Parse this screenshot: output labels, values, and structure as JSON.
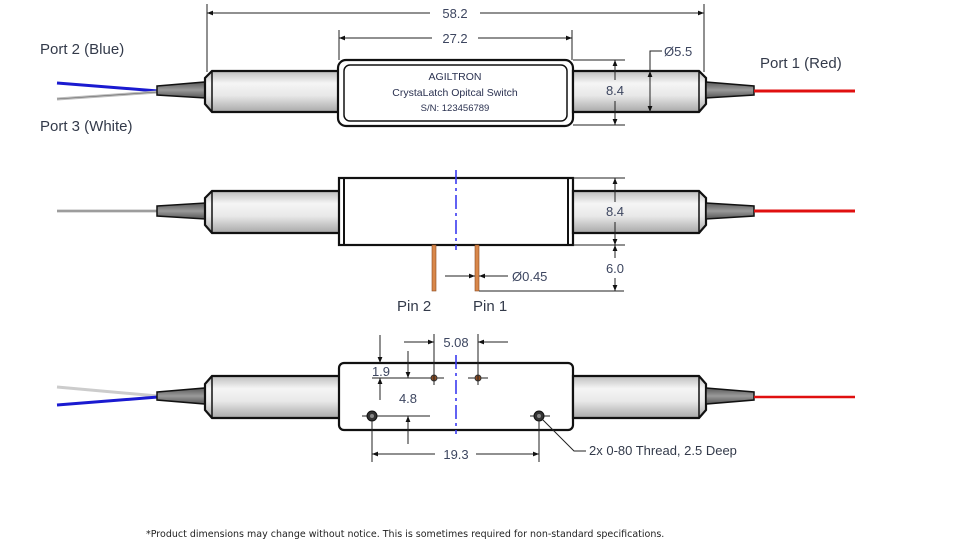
{
  "title": "Agiltron CrystaLatch Optical Switch Mechanical Drawing",
  "colors": {
    "port1_fiber": "#e01010",
    "port2_fiber": "#1a1ad0",
    "port3_fiber": "#c8c8c8",
    "pins": "#d8874a",
    "centerline": "#3b3bf0",
    "boot": "#7a7a7a",
    "sleeve": "#e6e6e6"
  },
  "ports": {
    "port2": "Port  2 (Blue)",
    "port3": "Port 3 (White)",
    "port1": "Port 1 (Red)"
  },
  "label_plate": {
    "brand": "AGILTRON",
    "product": "CrystaLatch Opitcal Switch",
    "serial": "S/N:  123456789"
  },
  "dimensions": {
    "overall_length": "58.2",
    "body_length": "27.2",
    "sleeve_diameter": "Ø5.5",
    "body_height_top": "8.4",
    "body_height_side": "8.4",
    "pin_length": "6.0",
    "pin_diameter": "Ø0.45",
    "pin_spacing": "5.08",
    "pin_offset_top": "1.9",
    "hole_offset": "4.8",
    "hole_spacing": "19.3"
  },
  "pins": {
    "pin2": "Pin 2",
    "pin1": "Pin 1"
  },
  "thread_note": "2x 0-80 Thread, 2.5 Deep",
  "footnote": "*Product dimensions may change without notice. This is sometimes required for non-standard specifications."
}
